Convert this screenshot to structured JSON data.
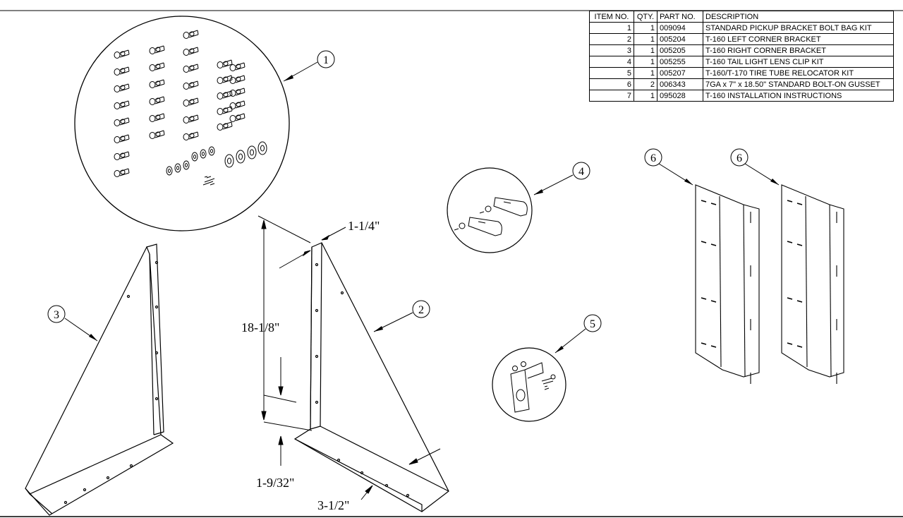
{
  "bom": {
    "headers": [
      "ITEM NO.",
      "QTY.",
      "PART NO.",
      "DESCRIPTION"
    ],
    "rows": [
      {
        "item": "1",
        "qty": "1",
        "part": "009094",
        "desc": "STANDARD PICKUP BRACKET BOLT BAG KIT"
      },
      {
        "item": "2",
        "qty": "1",
        "part": "005204",
        "desc": "T-160 LEFT CORNER BRACKET"
      },
      {
        "item": "3",
        "qty": "1",
        "part": "005205",
        "desc": "T-160 RIGHT CORNER BRACKET"
      },
      {
        "item": "4",
        "qty": "1",
        "part": "005255",
        "desc": "T-160 TAIL LIGHT LENS CLIP KIT"
      },
      {
        "item": "5",
        "qty": "1",
        "part": "005207",
        "desc": "T-160/T-170 TIRE TUBE RELOCATOR KIT"
      },
      {
        "item": "6",
        "qty": "2",
        "part": "006343",
        "desc": "7GA x 7\" x 18.50\" STANDARD BOLT-ON GUSSET"
      },
      {
        "item": "7",
        "qty": "1",
        "part": "095028",
        "desc": "T-160 INSTALLATION INSTRUCTIONS"
      }
    ]
  },
  "balloons": {
    "b1": "1",
    "b2": "2",
    "b3": "3",
    "b4": "4",
    "b5": "5",
    "b6a": "6",
    "b6b": "6"
  },
  "dimensions": {
    "height": "18-1/8\"",
    "flange_width": "1-1/4\"",
    "base_height": "1-9/32\"",
    "base_width": "3-1/2\""
  }
}
